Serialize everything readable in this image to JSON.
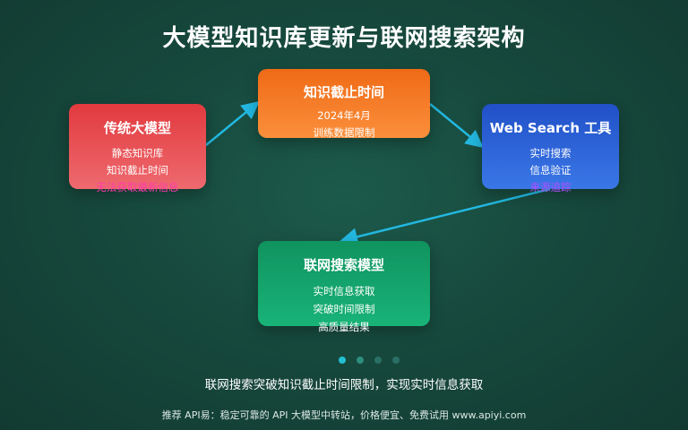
{
  "title": "大模型知识库更新与联网搜索架构",
  "nodes": {
    "traditional": {
      "title": "传统大模型",
      "lines": [
        "静态知识库",
        "知识截止时间",
        "无法获取最新信息"
      ]
    },
    "cutoff": {
      "title": "知识截止时间",
      "lines": [
        "2024年4月",
        "训练数据限制"
      ]
    },
    "web_search": {
      "title": "Web Search 工具",
      "lines": [
        "实时搜索",
        "信息验证",
        "来源追踪"
      ]
    },
    "online_model": {
      "title": "联网搜索模型",
      "lines": [
        "实时信息获取",
        "突破时间限制",
        "高质量结果"
      ]
    }
  },
  "pagination": {
    "count": 4,
    "active_index": 0
  },
  "caption": "联网搜索突破知识截止时间限制，实现实时信息获取",
  "footer": "推荐 API易：稳定可靠的 API 大模型中转站，价格便宜、免费试用 www.apiyi.com",
  "colors": {
    "background": "#17493d",
    "traditional": "#e13a3e",
    "cutoff": "#ef6a16",
    "web_search": "#2150c8",
    "online_model": "#10935f",
    "arrow": "#23b8e0",
    "highlight_pink": "#ff3cac",
    "highlight_purple": "#b34cff"
  }
}
